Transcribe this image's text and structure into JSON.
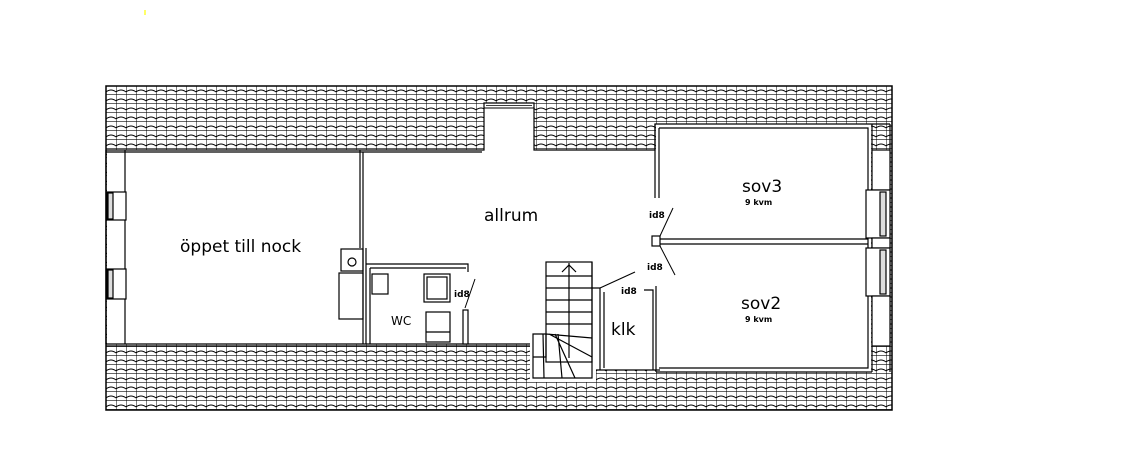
{
  "drawing": {
    "type": "attic floor plan",
    "line_color": "#000000",
    "background": "#ffffff",
    "roof_pattern": "roof-tiles"
  },
  "rooms": [
    {
      "id": "open",
      "label": "öppet till nock"
    },
    {
      "id": "allrum",
      "label": "allrum"
    },
    {
      "id": "wc",
      "label": "WC"
    },
    {
      "id": "klk",
      "label": "klk"
    },
    {
      "id": "sov3",
      "label": "sov3",
      "area": "9 kvm"
    },
    {
      "id": "sov2",
      "label": "sov2",
      "area": "9 kvm"
    }
  ],
  "doors": [
    {
      "id": "wc-door",
      "label": "id8"
    },
    {
      "id": "klk-door",
      "label": "id8"
    },
    {
      "id": "sov3-door",
      "label": "id8"
    },
    {
      "id": "sov2-door",
      "label": "id8"
    }
  ],
  "accent": {
    "speck_color": "#ffff66"
  }
}
